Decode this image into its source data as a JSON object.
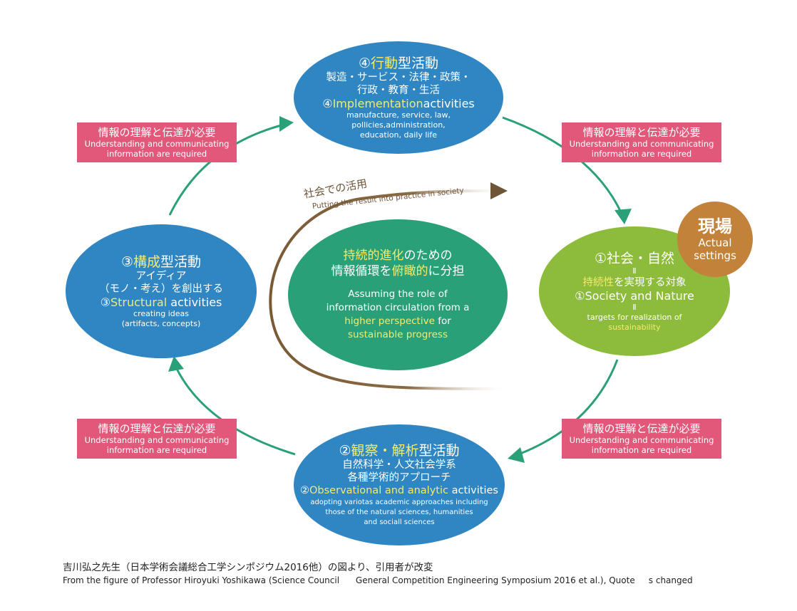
{
  "implementation": {
    "title_num": "④",
    "title_hl": "行動",
    "title_rest": "型活動",
    "jp_line1": "製造・サービス・法律・政策・",
    "jp_line2": "行政・教育・生活",
    "en_num": "④",
    "en_hl": "Implementation",
    "en_rest": "activities",
    "desc_line1": "manufacture, service, law,",
    "desc_line2": "pollicies,administration,",
    "desc_line3": "education, daily life"
  },
  "structural": {
    "title_num": "③",
    "title_hl": "構成",
    "title_rest": "型活動",
    "jp_line1": "アイディア",
    "jp_line2": "（モノ・考え）を創出する",
    "en_num": "③",
    "en_hl": "Structural",
    "en_rest": " activities",
    "desc_line1": "creating ideas",
    "desc_line2": "(artifacts, concepts)"
  },
  "society": {
    "title": "①社会・自然",
    "equals": "Ⅱ",
    "jp_hl": "持続性",
    "jp_rest": "を実現する対象",
    "en": "①Society and Nature",
    "equals_small": "Ⅱ",
    "desc_line1": "targets for realization of",
    "desc_hl": "sustainability"
  },
  "observational": {
    "title_num": "②",
    "title_hl": "観察・解析",
    "title_rest": "型活動",
    "jp_line1": "自然科学・人文社会学系",
    "jp_line2": "各種学術的アプローチ",
    "en_num": "②",
    "en_hl": "Observational and analytic",
    "en_rest": " activities",
    "desc_line1": "adopting variotas academic approaches including",
    "desc_line2": "those of the natural sciences, humanities",
    "desc_line3": "and sociall sciences"
  },
  "center": {
    "jp1_hl": "持続的進化",
    "jp1_rest": "のための",
    "jp2_a": "情報循環を",
    "jp2_hl": "俯瞰的",
    "jp2_b": "に分担",
    "en_line1": "Assuming the role of",
    "en_line2": "information circulation from a",
    "en_line3_hl": "higher perspective",
    "en_line3_rest": " for",
    "en_line4_hl": "sustainable progress"
  },
  "badge": {
    "jp": "現場",
    "en_line1": "Actual",
    "en_line2": "settings"
  },
  "curve": {
    "jp": "社会での活用",
    "en": "Putting the result into practice in society"
  },
  "info_box": {
    "jp": "情報の理解と伝達が必要",
    "en_line1": "Understanding and communicating",
    "en_line2": "information are required"
  },
  "footer": {
    "jp": "吉川弘之先生（日本学術会議総合工学シンポジウム2016他）の図より、引用者が改変",
    "en": "From the figure of Professor Hiroyuki Yoshikawa (Science Council      General Competition Engineering Symposium 2016 et al.), Quote     s changed"
  },
  "colors": {
    "blue": "#2f86c3",
    "green": "#2aa078",
    "lime": "#8dbb3b",
    "pink": "#e2587a",
    "brown": "#c2823a",
    "arrow": "#2aa078",
    "highlight": "#f2ec6e"
  }
}
